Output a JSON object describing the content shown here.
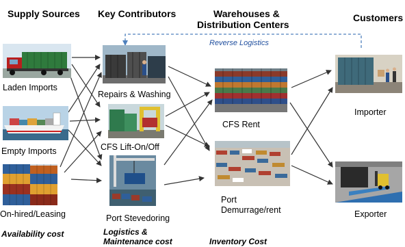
{
  "headers": {
    "supply_sources": "Supply Sources",
    "key_contributors": "Key Contributors",
    "warehouses_line1": "Warehouses &",
    "warehouses_line2": "Distribution Centers",
    "customers": "Customers"
  },
  "reverse_logistics": "Reverse Logistics",
  "supply": {
    "laden_imports": "Laden Imports",
    "empty_imports": "Empty Imports",
    "on_hired_leasing": "On-hired/Leasing"
  },
  "contributors": {
    "repairs_washing": "Repairs & Washing",
    "cfs_lift": "CFS Lift-On/Off",
    "port_stevedoring": "Port Stevedoring"
  },
  "warehouses": {
    "cfs_rent": "CFS Rent",
    "port_demurrage_line1": "Port",
    "port_demurrage_line2": "Demurrage/rent"
  },
  "customers": {
    "importer": "Importer",
    "exporter": "Exporter"
  },
  "costs": {
    "availability": "Availability cost",
    "logistics_line1": "Logistics &",
    "logistics_line2": "Maintenance cost",
    "inventory": "Inventory Cost"
  },
  "colors": {
    "reverse_logistics_line": "#4f81bd",
    "reverse_logistics_text": "#1f4e9e",
    "arrow": "#333333"
  }
}
